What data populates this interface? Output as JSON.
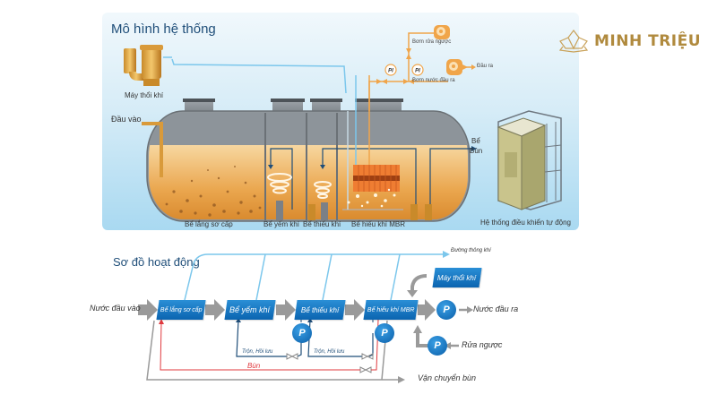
{
  "brand": {
    "name": "MINH TRIỆU",
    "color": "#b08a3e"
  },
  "model": {
    "title": "Mô hình hệ thống",
    "blower_label": "Máy thổi khí",
    "inlet_label": "Đầu vào",
    "backwash_pump_label": "Bơm rửa ngược",
    "outlet_pump_label": "Bơm nước đầu ra",
    "outlet_label": "Đầu ra",
    "gauge_label": "PI",
    "sludge_tank_label_1": "Bể",
    "sludge_tank_label_2": "Bùn",
    "tanks": [
      {
        "label": "Bể lắng sơ cấp"
      },
      {
        "label": "Bể yếm khí"
      },
      {
        "label": "Bể thiếu khí"
      },
      {
        "label": "Bể hiếu khí MBR"
      }
    ],
    "control_label": "Hệ thống điều khiển tự động"
  },
  "flow": {
    "title": "Sơ đồ hoạt động",
    "inlet": "Nước đầu vào",
    "boxes": [
      "Bể lắng sơ cấp",
      "Bể yếm khí",
      "Bể thiếu khí",
      "Bể hiếu khí MBR"
    ],
    "air_line": "Đường thông khí",
    "blower": "Máy thổi khí",
    "pump_symbol": "P",
    "outlet": "Nước đầu ra",
    "backwash": "Rửa ngược",
    "recirc_1": "Trộn, Hồi lưu",
    "recirc_2": "Trộn, Hồi lưu",
    "sludge": "Bùn",
    "sludge_transport": "Vận chuyển bùn"
  },
  "colors": {
    "box_blue": "#0b64b0",
    "air_line": "#7cc7ec",
    "sludge_line": "#e0393e",
    "recirc_line": "#1f4e79",
    "arrow_gray": "#9a9a9a",
    "liquid": "#e8a24a",
    "pipe_orange": "#f0a54a"
  }
}
